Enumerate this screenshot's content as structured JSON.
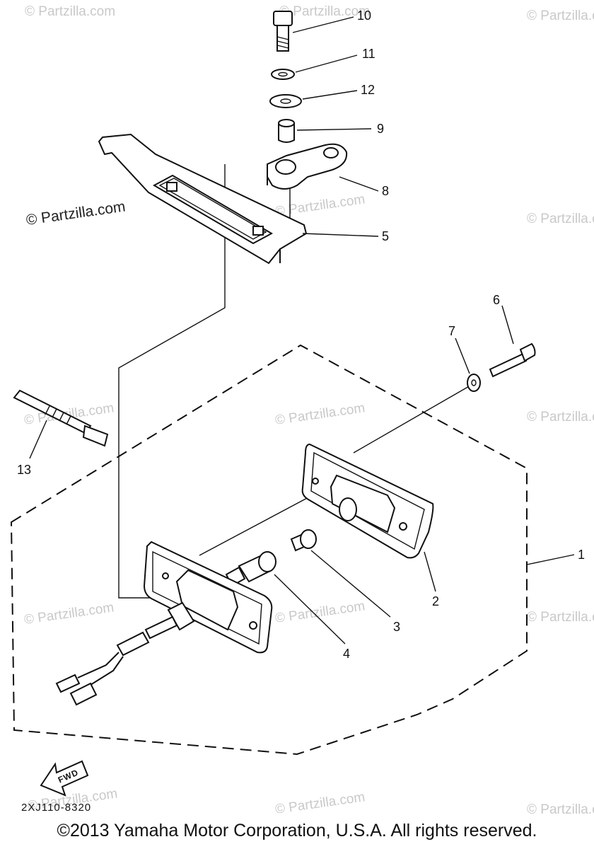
{
  "callouts": {
    "c1": "1",
    "c2": "2",
    "c3": "3",
    "c4": "4",
    "c5": "5",
    "c6": "6",
    "c7": "7",
    "c8": "8",
    "c9": "9",
    "c10": "10",
    "c11": "11",
    "c12": "12",
    "c13": "13"
  },
  "direction_label": "FWD",
  "diagram_code": "2XJ110-8320",
  "watermark": "© Partzilla.com",
  "copyright": "©2013  Yamaha Motor Corporation, U.S.A. All rights reserved."
}
